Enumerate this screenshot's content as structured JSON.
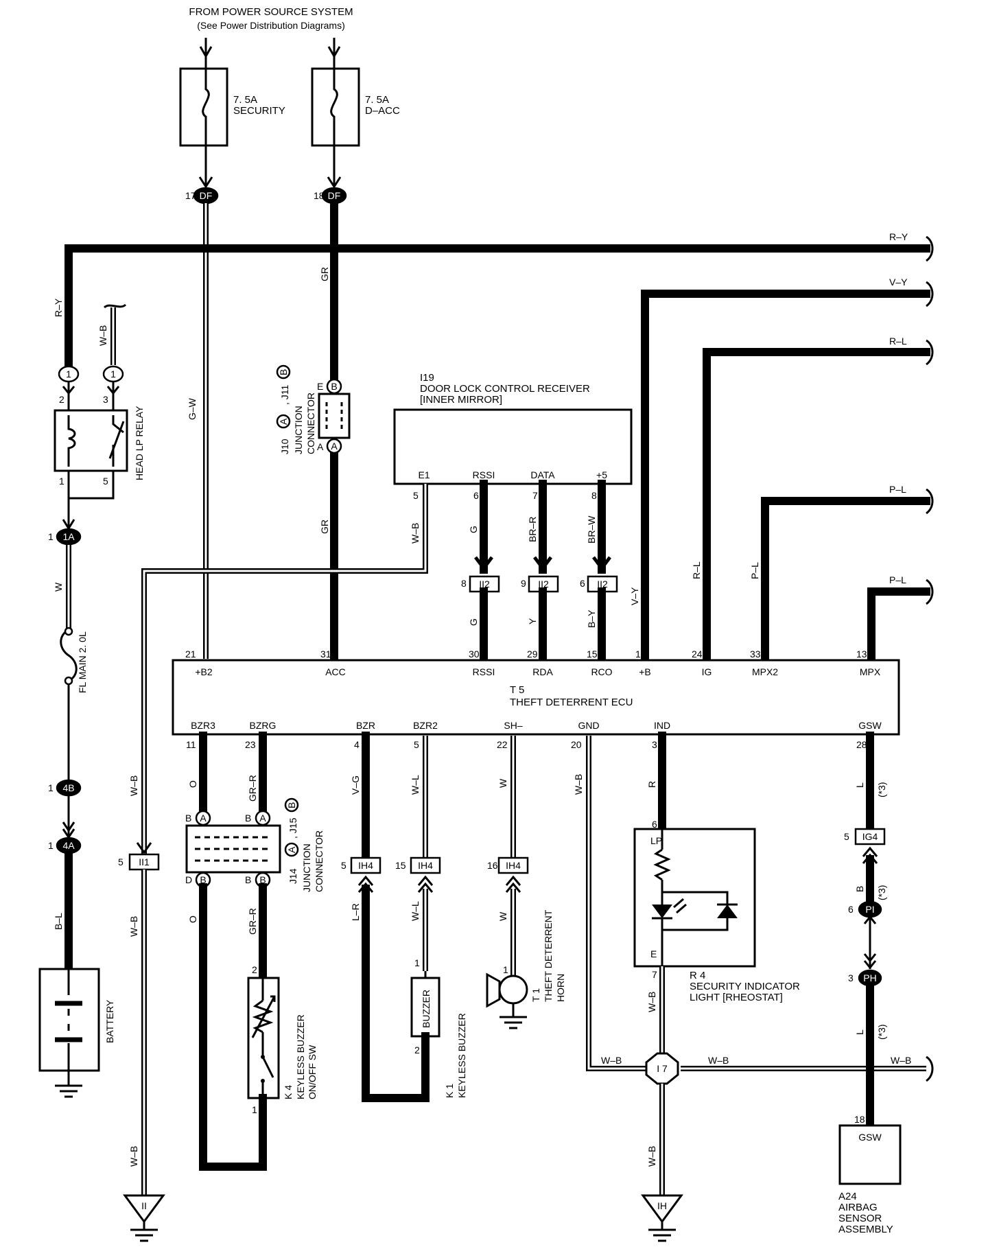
{
  "header": {
    "line1": "FROM POWER SOURCE SYSTEM",
    "line2": "(See Power Distribution Diagrams)"
  },
  "fuses": [
    {
      "amp": "7. 5A",
      "name": "SECURITY"
    },
    {
      "amp": "7. 5A",
      "name": "D–ACC"
    }
  ],
  "connectors": {
    "df17_pin": "17",
    "df18_pin": "18",
    "df": "DF",
    "one": "1",
    "oneA": "1A",
    "fourB": "4B",
    "fourA": "4A",
    "ii1": "II1",
    "ii2": "II2",
    "ih4": "IH4",
    "ig4": "IG4",
    "pi": "PI",
    "ph": "PH",
    "i7": "I 7",
    "a": "A",
    "b": "B"
  },
  "pins": {
    "p1a": "1",
    "p1b": "1",
    "p2": "2",
    "p3": "3",
    "p1c": "1",
    "p5": "5",
    "p1d": "1",
    "p1e": "1",
    "p1f": "1",
    "p5b": "5",
    "p8": "8",
    "p9": "9",
    "p6": "6",
    "p5c": "5",
    "p15": "15",
    "p16": "16",
    "p5d": "5",
    "p6b": "6",
    "p3b": "3",
    "e1_pin": "5",
    "rssi_pin": "6",
    "data_pin": "7",
    "p5v_pin": "8",
    "b2_pin": "21",
    "acc_pin": "31",
    "rssi2_pin": "30",
    "rda_pin": "29",
    "rco_pin": "15",
    "pb_pin": "1",
    "ig_pin": "24",
    "mpx2_pin": "33",
    "mpx_pin": "13",
    "bzr3_pin": "11",
    "bzrg_pin": "23",
    "bzr_pin": "4",
    "bzr2_pin": "5",
    "sh_pin": "22",
    "gnd_pin": "20",
    "ind_pin": "3",
    "gsw_pin": "28",
    "lp_pin": "6",
    "e_pin": "7",
    "k4_2": "2",
    "k4_1": "1",
    "k1_1": "1",
    "k1_2": "2",
    "t1_1": "1",
    "a24_pin": "18",
    "jA_top": "A",
    "jB_top": "B",
    "jE": "E",
    "jA_bot": "A",
    "j15_B": "B",
    "j15_A": "A",
    "j15_D": "D",
    "j15_B2": "B"
  },
  "wires": {
    "ry_top": "R–Y",
    "vy": "V–Y",
    "rl": "R–L",
    "pl1": "P–L",
    "pl2": "P–L",
    "ry_left": "R–Y",
    "wb_relay": "W–B",
    "gw": "G–W",
    "gr1": "GR",
    "gr2": "GR",
    "w": "W",
    "bl": "B–L",
    "wb_e1": "W–B",
    "g1": "G",
    "brr": "BR–R",
    "brw": "BR–W",
    "g2": "G",
    "y": "Y",
    "by": "B–Y",
    "vy2": "V–Y",
    "rl2": "R–L",
    "pl3": "P–L",
    "wb_left1": "W–B",
    "wb_left2": "W–B",
    "wb_left3": "W–B",
    "o1": "O",
    "o2": "O",
    "grr1": "GR–R",
    "grr2": "GR–R",
    "vg": "V–G",
    "lr": "L–R",
    "wl1": "W–L",
    "wl2": "W–L",
    "w_sh": "W",
    "w_horn": "W",
    "wb_gnd": "W–B",
    "r_ind": "R",
    "l_gsw": "L",
    "star3a": "(*3)",
    "b_gsw": "B",
    "star3b": "(*3)",
    "l_gsw2": "L",
    "star3c": "(*3)",
    "wb_e": "W–B",
    "wb_h1": "W–B",
    "wb_h2": "W–B",
    "wb_h3": "W–B",
    "wb_ih": "W–B"
  },
  "components": {
    "receiver_id": "I19",
    "receiver_name": "DOOR LOCK CONTROL RECEIVER",
    "receiver_sub": "[INNER MIRROR]",
    "receiver_pins": [
      "E1",
      "RSSI",
      "DATA",
      "+5"
    ],
    "ecu_id": "T 5",
    "ecu_name": "THEFT DETERRENT ECU",
    "ecu_top": [
      "+B2",
      "ACC",
      "RSSI",
      "RDA",
      "RCO",
      "+B",
      "IG",
      "MPX2",
      "MPX"
    ],
    "ecu_bottom": [
      "BZR3",
      "BZRG",
      "BZR",
      "BZR2",
      "SH–",
      "GND",
      "IND",
      "GSW"
    ],
    "head_relay": "HEAD LP RELAY",
    "fl_main": "FL MAIN 2. 0L",
    "battery": "BATTERY",
    "junction_top_ids": "J10",
    "junction_top_ids2": ", J11",
    "junction_label1": "JUNCTION",
    "junction_label2": "CONNECTOR",
    "junction_mid_ids": "J14",
    "junction_mid_ids2": ", J15",
    "k4_id": "K 4",
    "k4_name1": "KEYLESS BUZZER",
    "k4_name2": "ON/OFF SW",
    "k1_id": "K 1",
    "k1_name": "KEYLESS BUZZER",
    "buzzer": "BUZZER",
    "t1_id": "T 1",
    "t1_name1": "THEFT DETERRENT",
    "t1_name2": "HORN",
    "r4_id": "R 4",
    "r4_name1": "SECURITY INDICATOR",
    "r4_name2": "LIGHT [RHEOSTAT]",
    "lp": "LP",
    "e": "E",
    "a24_id": "A24",
    "a24_name1": "AIRBAG",
    "a24_name2": "SENSOR",
    "a24_name3": "ASSEMBLY",
    "gsw": "GSW",
    "ground_ii": "II",
    "ground_ih": "IH",
    "circle_a": "A",
    "circle_b": "B"
  }
}
